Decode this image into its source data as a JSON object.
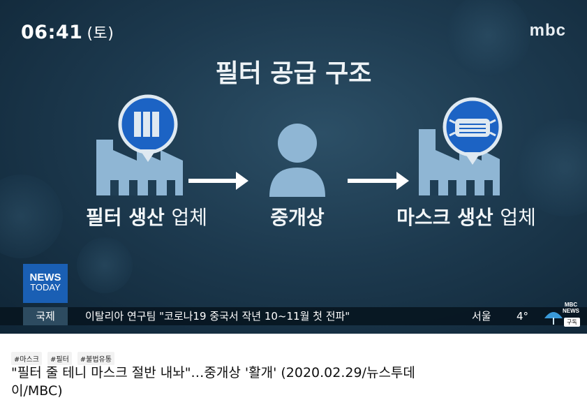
{
  "video": {
    "clock_time": "06:41",
    "clock_day": "(토)",
    "channel_logo": "mbc",
    "slide_title": "필터 공급 구조",
    "nodes": [
      {
        "label_bold": "필터 생산",
        "label_light": "업체",
        "icon": "factory-filter-icon"
      },
      {
        "label_bold": "중개상",
        "label_light": "",
        "icon": "person-icon"
      },
      {
        "label_bold": "마스크 생산",
        "label_light": "업체",
        "icon": "factory-mask-icon"
      }
    ],
    "news_badge": {
      "line1": "NEWS",
      "line2": "TODAY"
    },
    "ticker": {
      "category": "국제",
      "headline": "이탈리아 연구팀 \"코로나19 중국서 작년 10~11월 첫 전파\"",
      "city": "서울",
      "temperature": "4°"
    },
    "subscribe": {
      "brand_line1": "MBC",
      "brand_line2": "NEWS",
      "button": "구독"
    },
    "colors": {
      "accent_blue": "#1a5fb4",
      "icon_blue": "#8fb6d4",
      "bg_dark": "#1d3a4f"
    }
  },
  "tags": [
    "#마스크",
    "#필터",
    "#불법유통"
  ],
  "video_title": "\"필터 줄 테니 마스크 절반 내놔\"…중개상 '활개' (2020.02.29/뉴스투데이/MBC)"
}
